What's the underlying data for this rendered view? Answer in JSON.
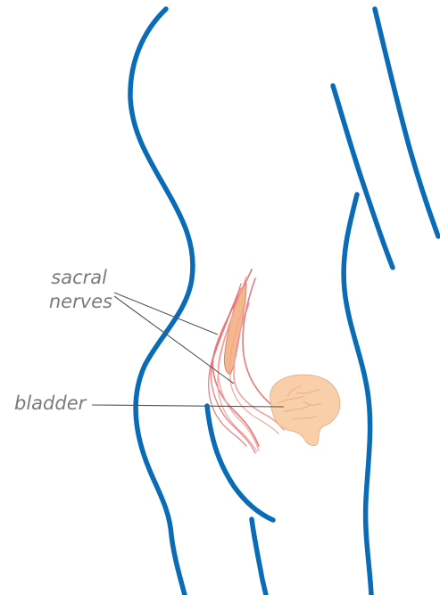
{
  "labels": {
    "sacral_nerves_line1": "sacral",
    "sacral_nerves_line2": "nerves",
    "bladder": "bladder"
  },
  "colors": {
    "body_outline": "#0a6cb6",
    "nerve": "#e8797a",
    "nerve_light": "#f2a3a0",
    "spinal_cord": "#f4b98a",
    "bladder_fill": "#f8cfa8",
    "bladder_detail": "#e9a783",
    "label_text": "#7a7a7a",
    "leader_line": "#555555"
  },
  "icons": {
    "body": "human-torso-side-view-outline",
    "organ": "bladder-illustration",
    "nerves": "sacral-nerve-bundle"
  }
}
